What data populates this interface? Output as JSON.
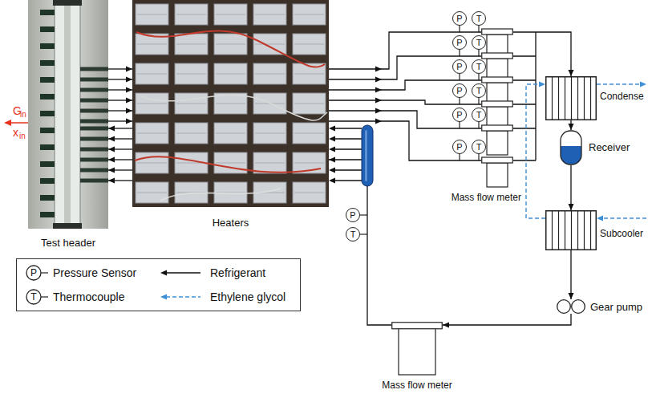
{
  "diagram": {
    "nodes": [
      {
        "text": [
          "Test header"
        ]
      },
      {
        "text": [
          "Heaters"
        ]
      },
      {
        "text": [
          "P"
        ]
      },
      {
        "text": [
          "T"
        ]
      },
      {
        "text": [
          "P"
        ]
      },
      {
        "text": [
          "T"
        ]
      },
      {
        "text": [
          "P"
        ]
      },
      {
        "text": [
          "T"
        ]
      },
      {
        "text": [
          "P"
        ]
      },
      {
        "text": [
          "T"
        ]
      },
      {
        "text": [
          "P"
        ]
      },
      {
        "text": [
          "T"
        ]
      },
      {
        "text": [
          "P"
        ]
      },
      {
        "text": [
          "T"
        ]
      },
      {
        "text": [
          "Mass flow meter"
        ]
      },
      {
        "text": [
          "Condense"
        ]
      },
      {
        "text": [
          "Receiver"
        ]
      },
      {
        "text": [
          "Subcooler"
        ]
      },
      {
        "text": [
          "P"
        ]
      },
      {
        "text": [
          "T"
        ]
      },
      {
        "text": [
          "Gear pump"
        ]
      },
      {
        "text": [
          "Mass flow meter"
        ]
      }
    ],
    "edges": [
      {
        "from": 0,
        "to": 1,
        "arrow": "to"
      },
      {
        "from": 0,
        "to": 1,
        "arrow": "to"
      },
      {
        "from": 0,
        "to": 1,
        "arrow": "to"
      },
      {
        "from": 0,
        "to": 1,
        "arrow": "to"
      },
      {
        "from": 0,
        "to": 1,
        "arrow": "to"
      },
      {
        "from": 0,
        "to": 1,
        "arrow": "to"
      },
      {
        "from": 1,
        "to": 0,
        "arrow": "to"
      },
      {
        "from": 1,
        "to": 0,
        "arrow": "to"
      },
      {
        "from": 1,
        "to": 0,
        "arrow": "to"
      },
      {
        "from": 1,
        "to": 0,
        "arrow": "to"
      },
      {
        "from": 1,
        "to": 0,
        "arrow": "to"
      },
      {
        "from": 1,
        "to": 0,
        "arrow": "to"
      },
      {
        "from": 1,
        "to": 14,
        "arrow": "to"
      },
      {
        "from": 1,
        "to": 14,
        "arrow": "to"
      },
      {
        "from": 1,
        "to": 14,
        "arrow": "to"
      },
      {
        "from": 1,
        "to": 14,
        "arrow": "to"
      },
      {
        "from": 1,
        "to": 14,
        "arrow": "to"
      },
      {
        "from": 1,
        "to": 14,
        "arrow": "to"
      },
      {
        "from": 14,
        "to": 15,
        "arrow": "to"
      },
      {
        "from": 15,
        "to": 16,
        "arrow": "to"
      },
      {
        "from": 16,
        "to": 17,
        "arrow": "to"
      },
      {
        "from": 17,
        "to": 20,
        "arrow": "to"
      },
      {
        "from": 20,
        "to": 21,
        "arrow": "to"
      },
      {
        "from": 21,
        "to": 1,
        "arrow": "to"
      },
      {
        "from": 17,
        "to": 15,
        "arrow": "to"
      }
    ],
    "labels": [
      "G",
      "in",
      "x",
      "in",
      "P",
      "T"
    ],
    "legend": [
      {
        "text": "Pressure Sensor"
      },
      {
        "text": "Refrigerant"
      },
      {
        "text": "Thermocouple"
      },
      {
        "text": "Ethylene glycol"
      }
    ]
  }
}
